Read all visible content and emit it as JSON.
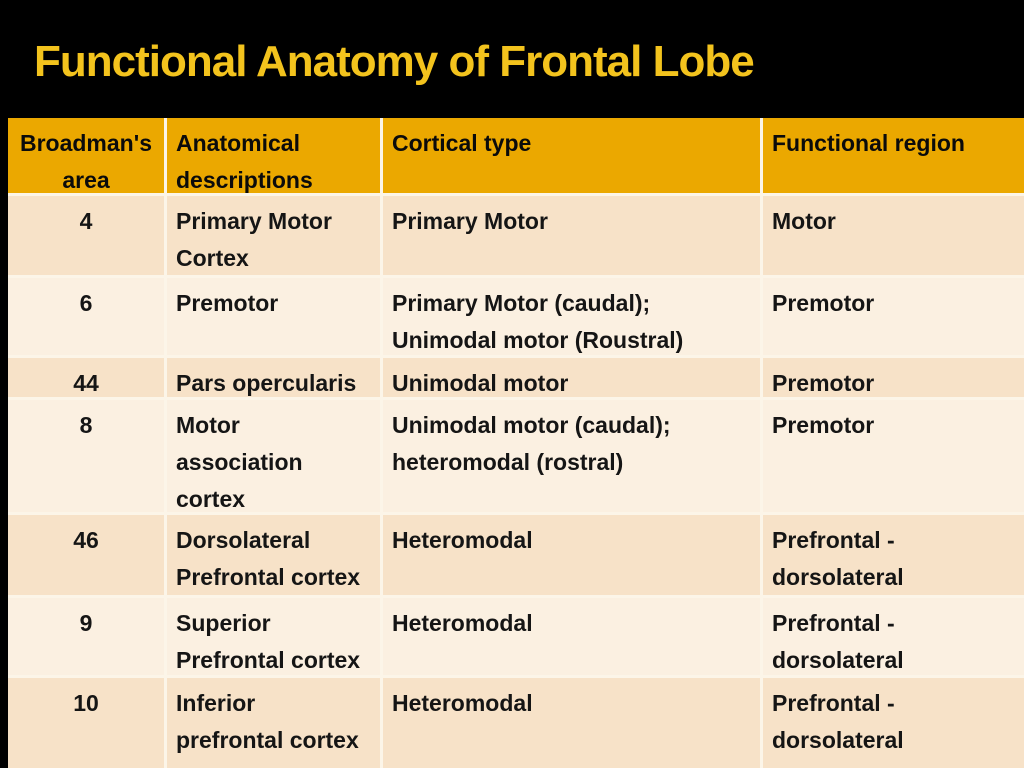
{
  "slide": {
    "title": "Functional Anatomy of Frontal Lobe"
  },
  "colors": {
    "page_bg": "#000000",
    "title_text": "#F3C31D",
    "header_bg": "#EBA800",
    "row_dark": "#F7E2C8",
    "row_light": "#FBF0E1",
    "grid_line": "#FCF5E8",
    "body_text": "#151515"
  },
  "table": {
    "columns": [
      "Broadman's\narea",
      "Anatomical\ndescriptions",
      "Cortical type",
      "Functional region"
    ],
    "rows": [
      {
        "area": "4",
        "anatomical": "Primary Motor\nCortex",
        "cortical": "Primary Motor",
        "functional": "Motor"
      },
      {
        "area": "6",
        "anatomical": "Premotor",
        "cortical": "Primary Motor (caudal);\nUnimodal motor (Roustral)",
        "functional": "Premotor"
      },
      {
        "area": "44",
        "anatomical": "Pars opercularis",
        "cortical": "Unimodal motor",
        "functional": "Premotor"
      },
      {
        "area": "8",
        "anatomical": "Motor\nassociation\ncortex",
        "cortical": "Unimodal motor (caudal);\nheteromodal (rostral)",
        "functional": "Premotor"
      },
      {
        "area": "46",
        "anatomical": "Dorsolateral\nPrefrontal cortex",
        "cortical": "Heteromodal",
        "functional": "Prefrontal -\ndorsolateral"
      },
      {
        "area": "9",
        "anatomical": "Superior\nPrefrontal cortex",
        "cortical": "Heteromodal",
        "functional": "Prefrontal -\ndorsolateral"
      },
      {
        "area": "10",
        "anatomical": "Inferior\nprefrontal cortex",
        "cortical": "Heteromodal",
        "functional": "Prefrontal -\ndorsolateral"
      }
    ]
  }
}
